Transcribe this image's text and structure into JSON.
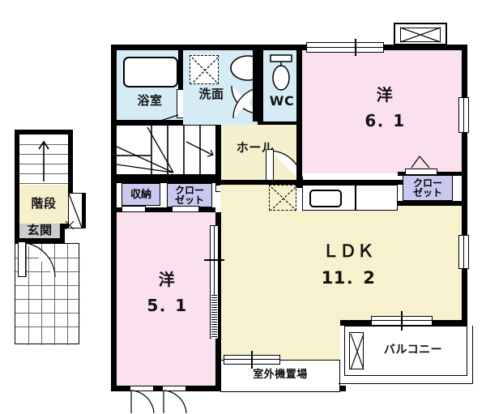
{
  "plan": {
    "type": "floor-plan",
    "title_text_present": false,
    "colors": {
      "wall": "#000000",
      "room_pink": "#fbe0ee",
      "room_cream": "#f7f2cd",
      "water_blue": "#d5ecf7",
      "hall_cream": "#f7f0cd",
      "closet_purple": "#c9c9ef",
      "stair_cream": "#f7f0cd",
      "genkan_gray": "#cccccc",
      "white": "#ffffff"
    },
    "rooms": [
      {
        "id": "bath",
        "label": "浴室",
        "area": "",
        "fill": "water_blue"
      },
      {
        "id": "washroom",
        "label": "洗面",
        "area": "",
        "fill": "water_blue"
      },
      {
        "id": "wc",
        "label": "WC",
        "area": "",
        "fill": "water_blue"
      },
      {
        "id": "hall",
        "label": "ホール",
        "area": "",
        "fill": "hall_cream"
      },
      {
        "id": "room_west_61",
        "label": "洋",
        "area": "6．1",
        "fill": "room_pink"
      },
      {
        "id": "room_west_51",
        "label": "洋",
        "area": "5．1",
        "fill": "room_pink"
      },
      {
        "id": "ldk",
        "label": "ＬＤＫ",
        "area": "11．2",
        "fill": "room_cream"
      },
      {
        "id": "stairs",
        "label": "階段",
        "area": "",
        "fill": "stair_cream"
      },
      {
        "id": "genkan",
        "label": "玄関",
        "area": "",
        "fill": "genkan_gray"
      }
    ],
    "storage": [
      {
        "id": "shuno",
        "label": "収納",
        "fill": "closet_purple"
      },
      {
        "id": "closet_left",
        "label_line1": "クロー",
        "label_line2": "ゼット",
        "fill": "closet_purple"
      },
      {
        "id": "closet_right",
        "label_line1": "クロー",
        "label_line2": "ゼット",
        "fill": "closet_purple"
      }
    ],
    "outdoor": [
      {
        "id": "balcony",
        "label": "バルコニー"
      },
      {
        "id": "ac_unit",
        "label": "室外機置場"
      }
    ],
    "fixtures": [
      {
        "id": "bathtub",
        "name": "bathtub-icon"
      },
      {
        "id": "washer-space",
        "name": "washing-machine-space-icon"
      },
      {
        "id": "wash-basin",
        "name": "wash-basin-icon"
      },
      {
        "id": "toilet",
        "name": "toilet-icon"
      },
      {
        "id": "kitchen-sink",
        "name": "kitchen-sink-icon"
      },
      {
        "id": "fridge-space",
        "name": "refrigerator-space-icon"
      },
      {
        "id": "stair-arrow",
        "name": "stair-direction-arrow-icon"
      },
      {
        "id": "entry-tiles",
        "name": "entry-approach-tiles"
      },
      {
        "id": "balcony-rail",
        "name": "balcony-partition-icon"
      },
      {
        "id": "bay-window",
        "name": "bay-window-icon"
      }
    ]
  }
}
